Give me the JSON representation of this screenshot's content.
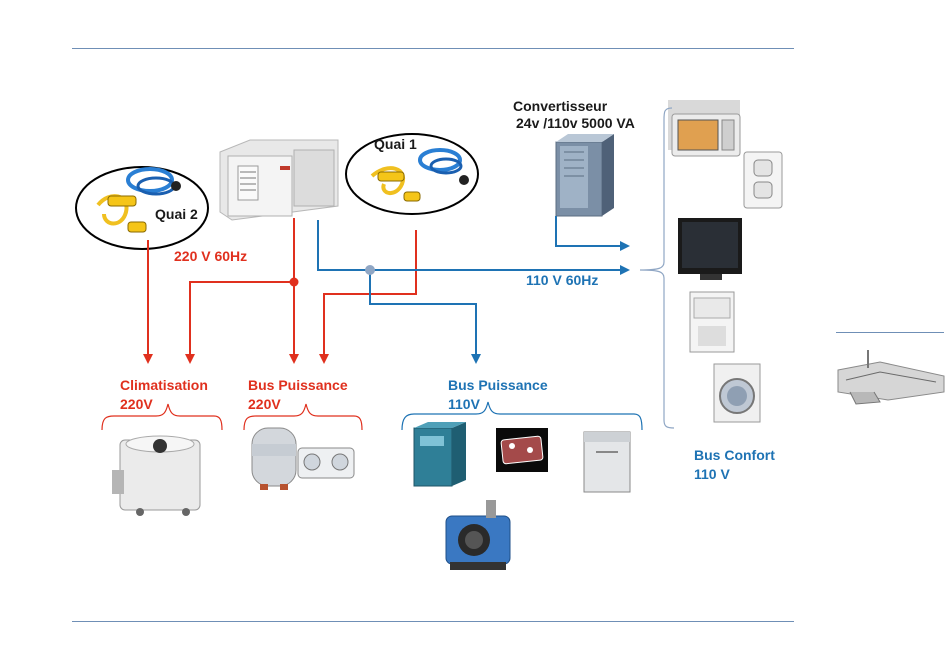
{
  "labels": {
    "converter_title": "Convertisseur",
    "converter_spec": "24v /110v 5000 VA",
    "quai1": "Quai 1",
    "quai2": "Quai 2",
    "shore_power": "220 V  60Hz",
    "converted_power": "110 V 60Hz",
    "clim_title": "Climatisation",
    "clim_voltage": "220V",
    "bus220_title": "Bus Puissance",
    "bus220_voltage": "220V",
    "bus110_title": "Bus Puissance",
    "bus110_voltage": "110V",
    "confort_title": "Bus Confort",
    "confort_voltage": "110 V"
  },
  "colors": {
    "ac220": "#e0301e",
    "ac110": "#1e73b4",
    "node": "#8fa6c4",
    "rule": "#6f8fb6"
  }
}
